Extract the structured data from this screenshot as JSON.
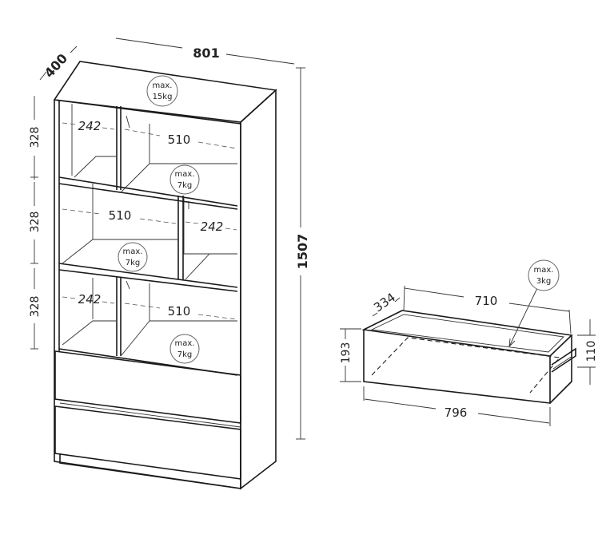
{
  "bookcase": {
    "width": "801",
    "depth": "400",
    "height": "1507",
    "shelf_height_top": "328",
    "shelf_height_mid": "328",
    "shelf_height_bottom": "328",
    "top_left_width": "242",
    "top_right_width": "510",
    "mid_left_width": "510",
    "mid_right_width": "242",
    "bottom_left_width": "242",
    "bottom_right_width": "510",
    "load_top": {
      "line1": "max.",
      "line2": "15kg"
    },
    "load_shelf1": {
      "line1": "max.",
      "line2": "7kg"
    },
    "load_shelf2": {
      "line1": "max.",
      "line2": "7kg"
    },
    "load_shelf3": {
      "line1": "max.",
      "line2": "7kg"
    }
  },
  "drawer": {
    "inner_width": "710",
    "inner_depth": "334",
    "outer_height": "193",
    "inner_height": "110",
    "front_width": "796",
    "load": {
      "line1": "max.",
      "line2": "3kg"
    }
  }
}
